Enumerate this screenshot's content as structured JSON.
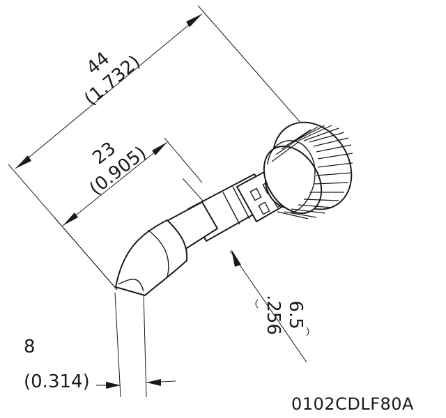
{
  "dimensions": {
    "overall_length": {
      "mm": "44",
      "inch": "(1.732)"
    },
    "tip_length": {
      "mm": "23",
      "inch": "(0.905)"
    },
    "shaft_diameter": {
      "mm": "6.5",
      "inch": ".256"
    },
    "tip_width": {
      "mm": "8",
      "inch": "(0.314)"
    }
  },
  "part_number": "0102CDLF80A"
}
